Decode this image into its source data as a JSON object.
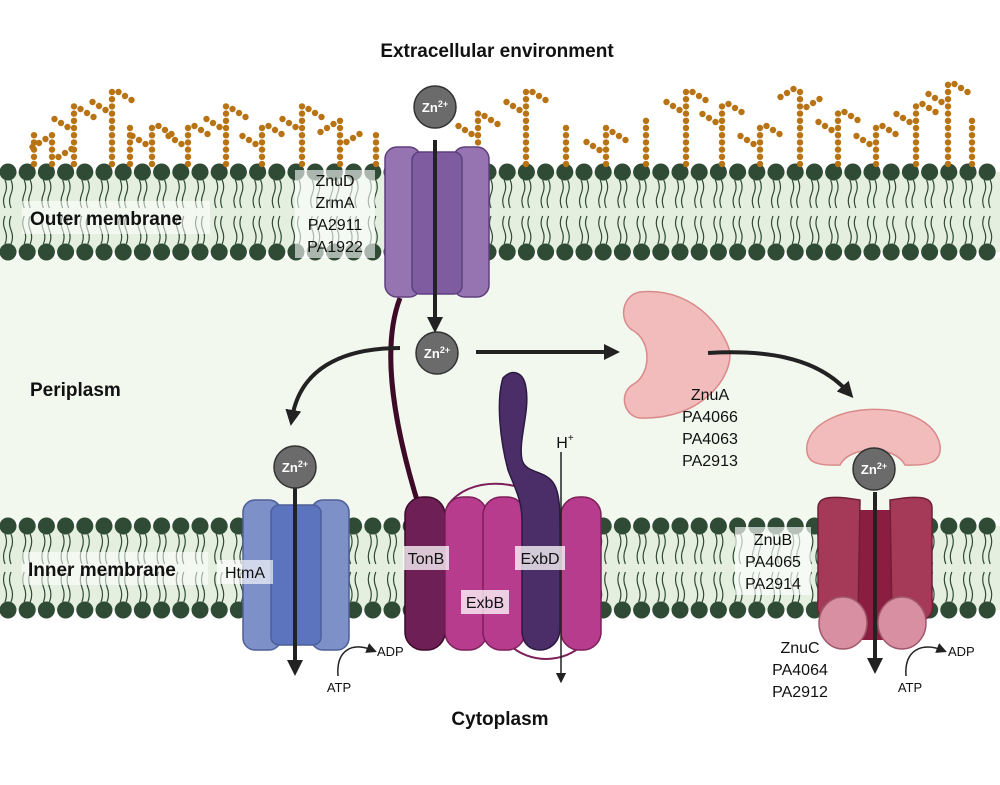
{
  "regions": {
    "extracellular": "Extracellular environment",
    "outer_membrane": "Outer membrane",
    "periplasm": "Periplasm",
    "inner_membrane": "Inner membrane",
    "cytoplasm": "Cytoplasm"
  },
  "ion": {
    "base": "Zn",
    "charge": "2+"
  },
  "proton": {
    "base": "H",
    "charge": "+"
  },
  "outer_receptor": {
    "lines": [
      "ZnuD",
      "ZrmA",
      "PA2911",
      "PA1922"
    ]
  },
  "htma": {
    "label": "HtmA"
  },
  "tonb": {
    "label": "TonB"
  },
  "exbb": {
    "label": "ExbB"
  },
  "exbd": {
    "label": "ExbD"
  },
  "znua": {
    "lines": [
      "ZnuA",
      "PA4066",
      "PA4063",
      "PA2913"
    ]
  },
  "znub": {
    "lines": [
      "ZnuB",
      "PA4065",
      "PA2914"
    ]
  },
  "znuc": {
    "lines": [
      "ZnuC",
      "PA4064",
      "PA2912"
    ]
  },
  "energy": {
    "atp": "ATP",
    "adp": "ADP"
  },
  "colors": {
    "lipid_head": "#2f4a35",
    "membrane_fill": "#e4efe0",
    "periplasm_fill": "#f2f8ee",
    "lps": "#b87414",
    "outer_receptor": "#9673b1",
    "htma": "#7d90c8",
    "tonb": "#6d1f56",
    "exbb": "#b73c8e",
    "exbd": "#4b2d68",
    "znua": "#f2bcbc",
    "znub": "#a43a58",
    "znuc": "#d98fa2",
    "ion": "#6b6b6b"
  }
}
